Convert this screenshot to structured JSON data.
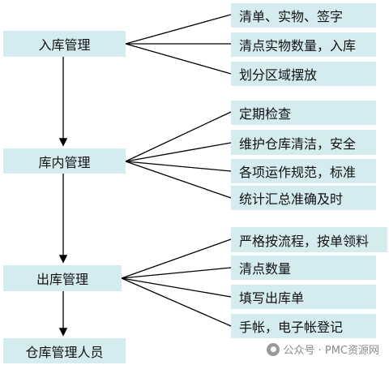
{
  "stages": [
    {
      "label": "入库管理",
      "tasks": [
        "清单、实物、签字",
        "清点实物数量，入库",
        "划分区域摆放"
      ]
    },
    {
      "label": "库内管理",
      "tasks": [
        "定期检查",
        "维护仓库清洁，安全",
        "各项运作规范，标准",
        "统计汇总准确及时"
      ]
    },
    {
      "label": "出库管理",
      "tasks": [
        "严格按流程，按单领料",
        "清点数量",
        "填写出库单",
        "手帐，电子帐登记"
      ]
    }
  ],
  "final": {
    "label": "仓库管理人员"
  },
  "watermark": {
    "text": "公众号 · PMC资源网",
    "icon": "wechat-icon"
  },
  "colors": {
    "box": "#d4ecef",
    "line": "#000000"
  }
}
